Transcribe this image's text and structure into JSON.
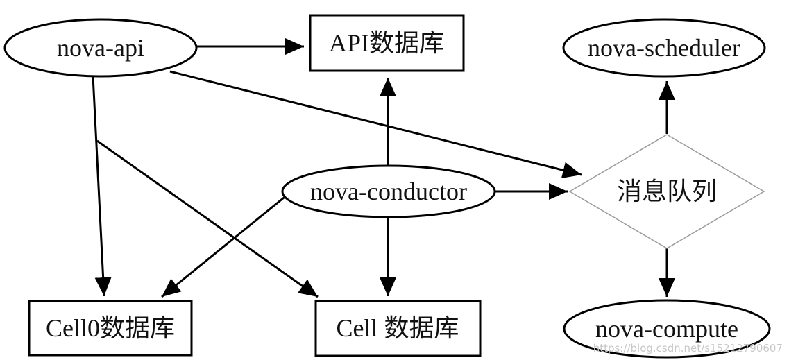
{
  "nodes": {
    "nova_api": "nova-api",
    "api_db": "API数据库",
    "nova_scheduler": "nova-scheduler",
    "nova_conductor": "nova-conductor",
    "message_queue": "消息队列",
    "cell0_db": "Cell0数据库",
    "cell_db": "Cell 数据库",
    "nova_compute": "nova-compute"
  },
  "watermark": "https://blog.csdn.net/s15212790607"
}
